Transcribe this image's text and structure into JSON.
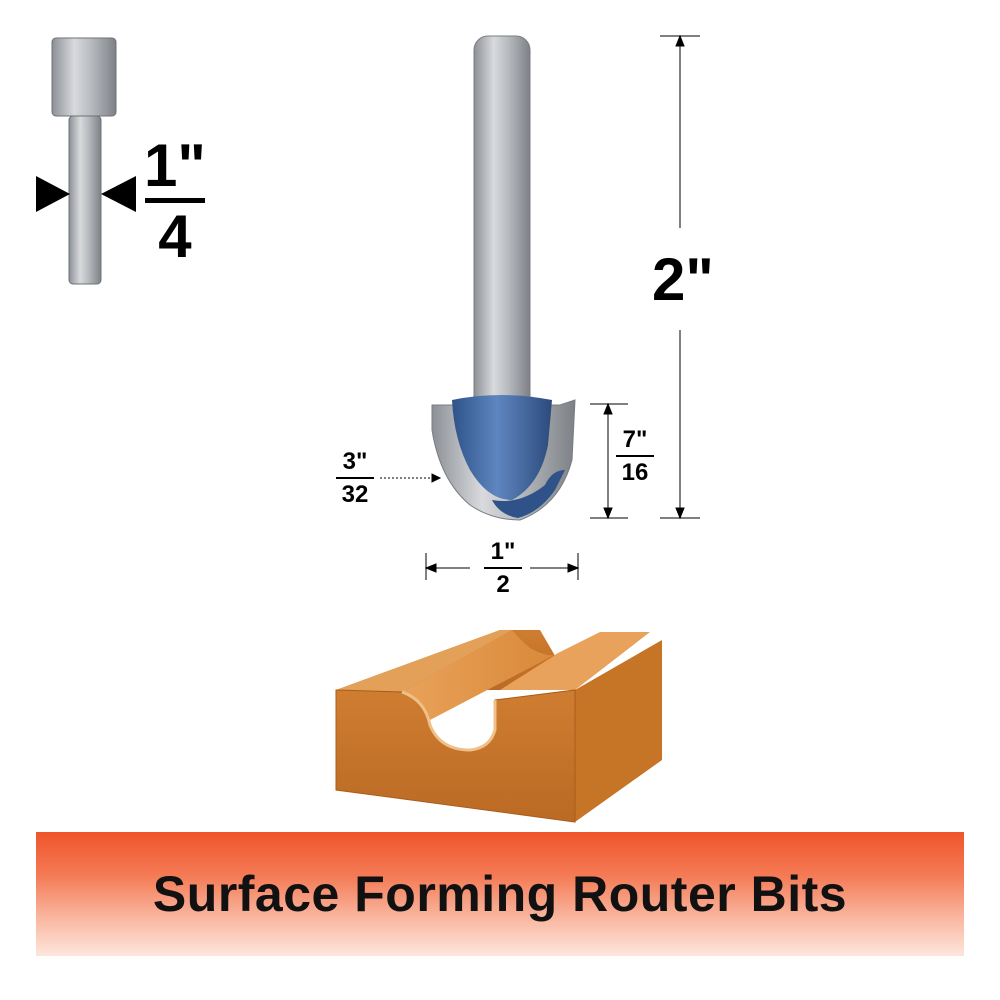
{
  "shank_diameter": {
    "numerator": "1\"",
    "denominator": "4"
  },
  "overall_length": "2\"",
  "cutting_length": {
    "numerator": "7\"",
    "denominator": "16"
  },
  "radius": {
    "numerator": "3\"",
    "denominator": "32"
  },
  "cutting_diameter": {
    "numerator": "1\"",
    "denominator": "2"
  },
  "banner": {
    "title": "Surface Forming Router Bits"
  },
  "colors": {
    "banner_top": "#f0552b",
    "cutter_blue": "#4a6fa5",
    "wood": "#d98a3c"
  }
}
